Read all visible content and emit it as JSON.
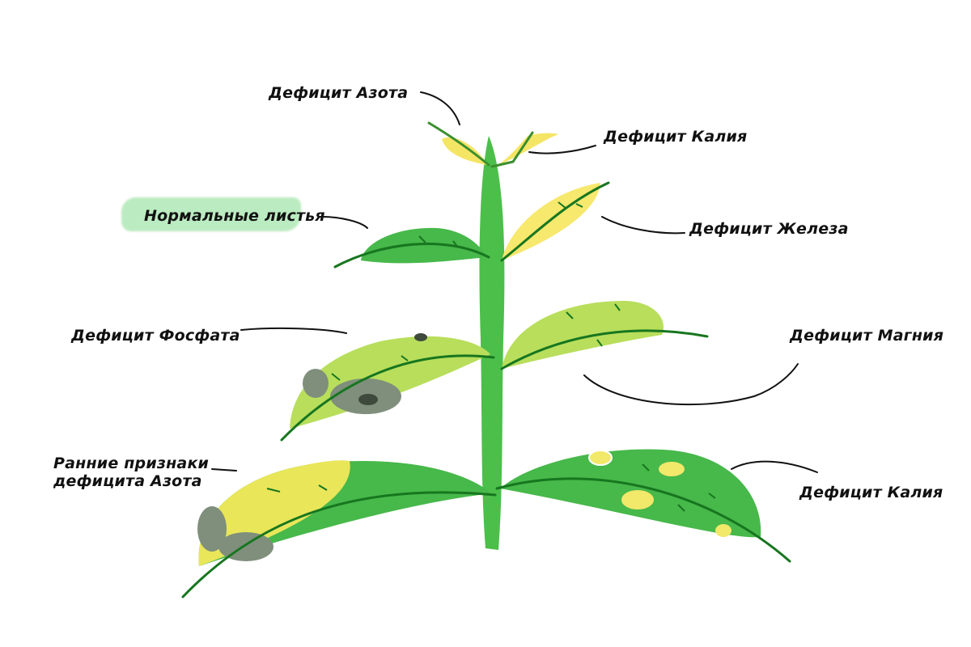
{
  "labels": {
    "nitrogen_top": "Дефицит Азота",
    "potassium_top": "Дефицит Калия",
    "normal_leaves": "Нормальные листья",
    "iron": "Дефицит Железа",
    "phosphate": "Дефицит Фосфата",
    "magnesium": "Дефицит Магния",
    "early_nitrogen_line1": "Ранние признаки",
    "early_nitrogen_line2": "дефицита Азота",
    "potassium_bottom": "Дефицит Калия"
  },
  "colors": {
    "stem": "#4cbf4a",
    "leaf_green": "#47b84a",
    "leaf_light": "#b8de5c",
    "leaf_yellow": "#f5e565",
    "vein": "#17761f",
    "spot_grey": "#7f8f7c",
    "spot_yellow": "#f2e86a",
    "highlight": "#9fe3a6",
    "line": "#111111"
  }
}
